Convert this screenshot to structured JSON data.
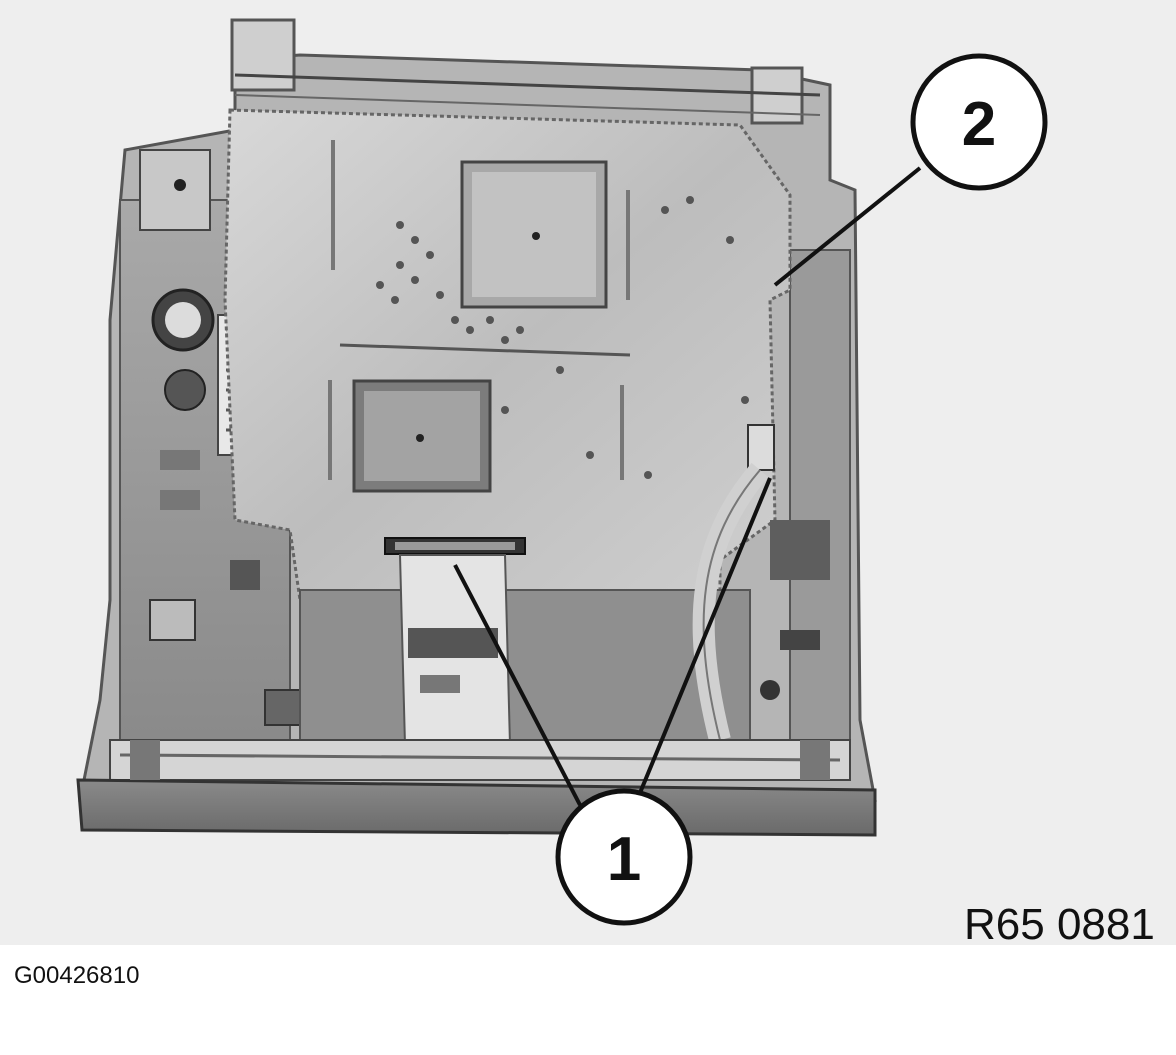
{
  "figure": {
    "code": "R65 0881",
    "callouts": [
      {
        "id": "callout-1",
        "label": "1"
      },
      {
        "id": "callout-2",
        "label": "2"
      }
    ]
  },
  "document": {
    "id": "G00426810"
  }
}
